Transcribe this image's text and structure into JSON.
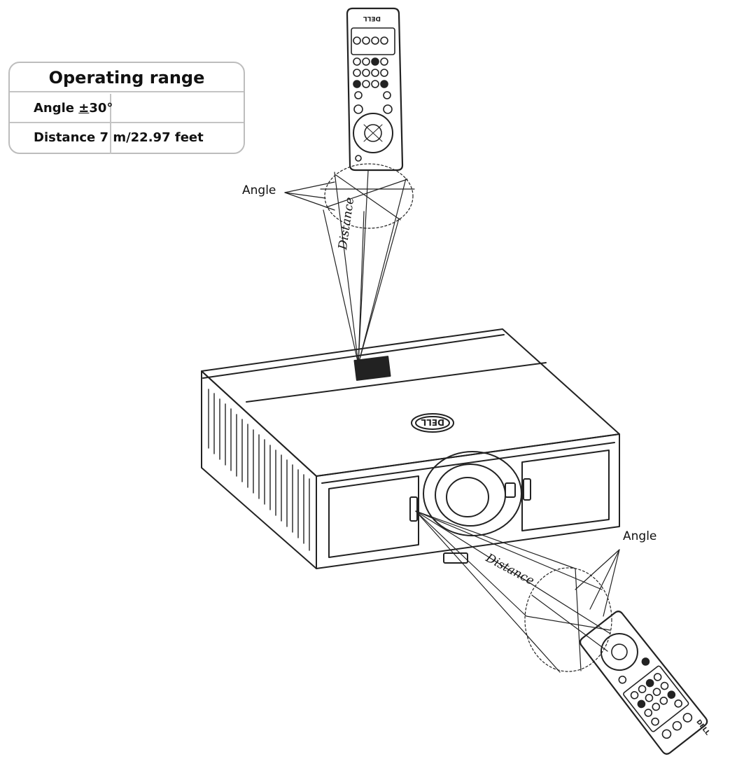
{
  "table": {
    "title": "Operating range",
    "angle_label": "Angle ",
    "angle_symbol": "±",
    "angle_value": "30°",
    "distance_row": "Distance 7 m/22.97 feet"
  },
  "labels": {
    "angle_top": "Angle",
    "distance_top": "Distance",
    "angle_bottom": "Angle",
    "distance_bottom": "Distance"
  },
  "remote_logo": "DELL",
  "projector_logo": "DELL"
}
